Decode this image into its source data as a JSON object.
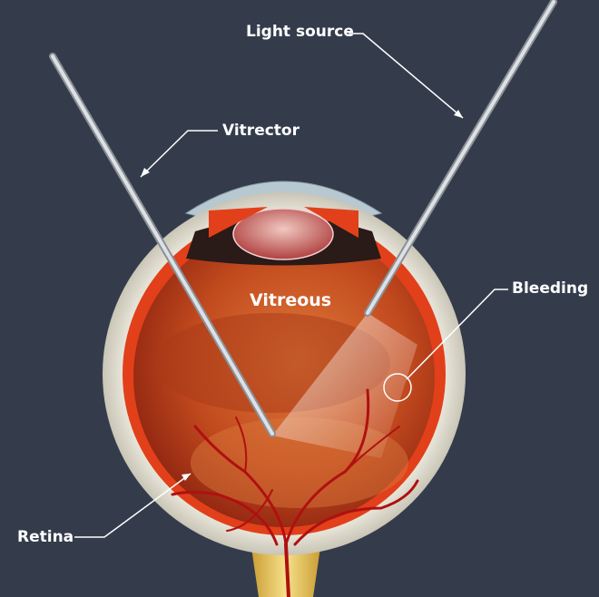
{
  "labels": {
    "light_source": "Light source",
    "vitrector": "Vitrector",
    "vitreous": "Vitreous",
    "bleeding": "Bleeding",
    "retina": "Retina"
  },
  "colors": {
    "background": "#343c4c",
    "sclera": "#e8e6dc",
    "choroid": "#e2401a",
    "vitreous": "#b8401c",
    "vessels": "#b01010",
    "instrument": "#c8ccd0"
  }
}
